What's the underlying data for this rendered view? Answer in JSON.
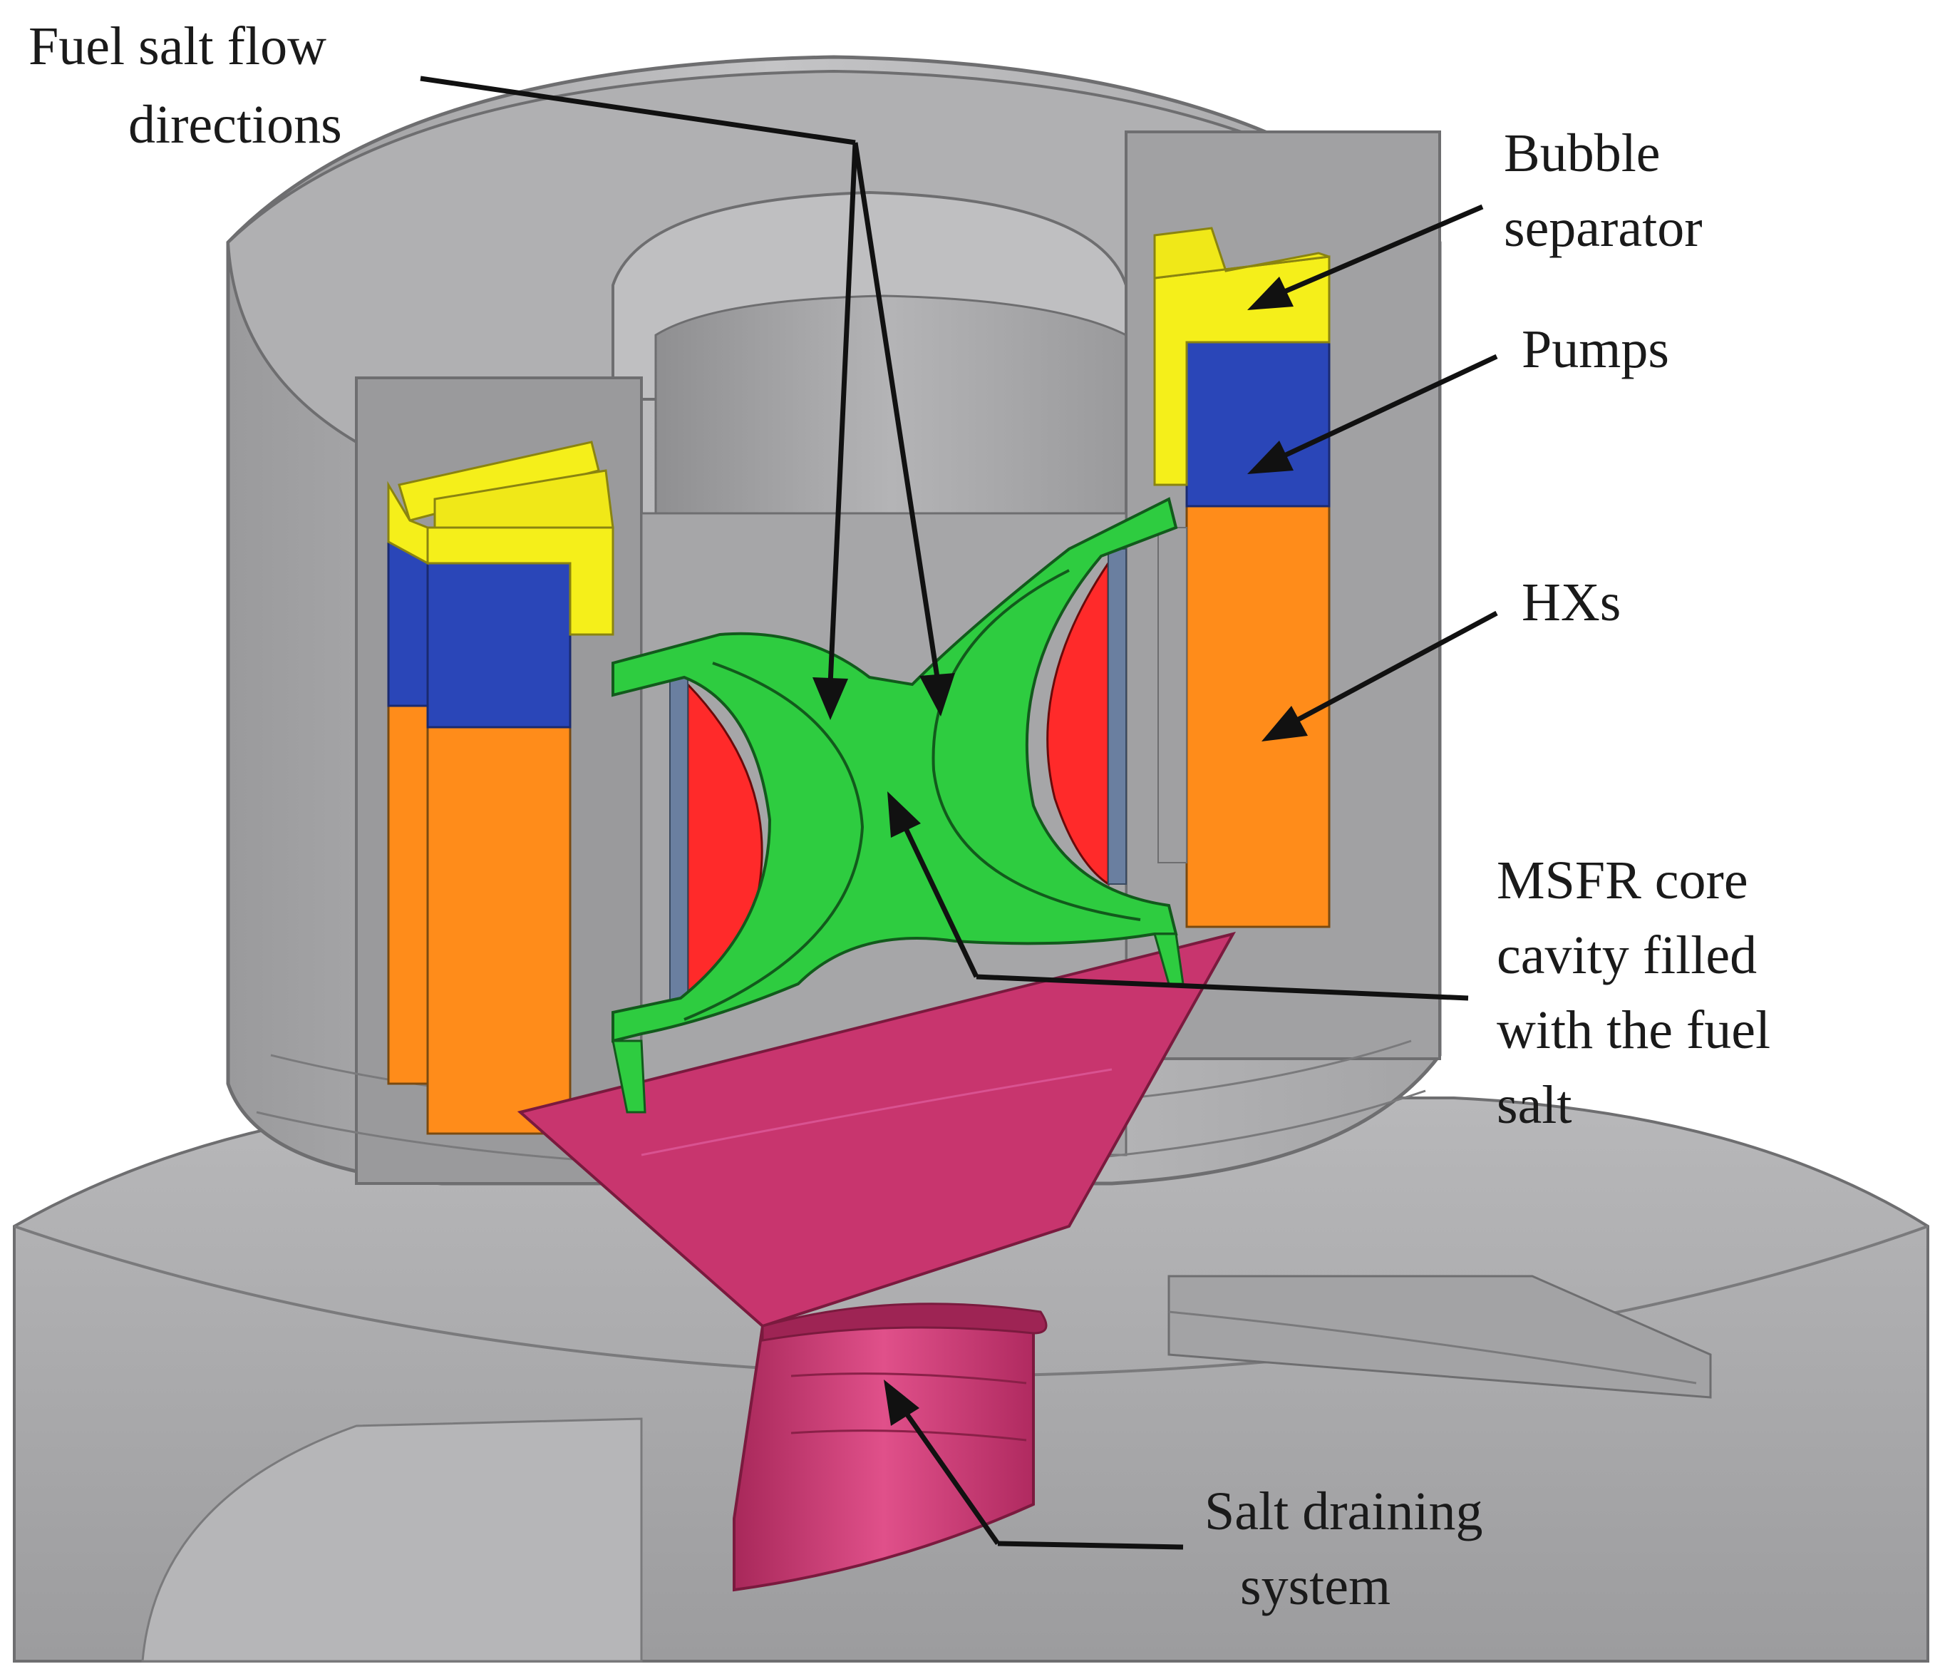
{
  "labels": {
    "fuel_salt_flow": [
      "Fuel salt flow",
      "directions"
    ],
    "bubble_separator": [
      "Bubble",
      "separator"
    ],
    "pumps": [
      "Pumps"
    ],
    "hxs": [
      "HXs"
    ],
    "core_cavity": [
      "MSFR core",
      "cavity filled",
      "with the fuel",
      "salt"
    ],
    "salt_draining": [
      "Salt draining",
      "system"
    ]
  },
  "colors": {
    "vessel_gray": "#a9a9ab",
    "vessel_light": "#c9c9cb",
    "vessel_dark": "#8e8e90",
    "fuel_salt_green": "#2ecc40",
    "reflector_red": "#ff2a2a",
    "hx_orange": "#ff8c1a",
    "pump_blue": "#2a46b8",
    "bubble_yellow": "#f5ef1a",
    "drain_magenta": "#c8356e",
    "arrow_black": "#111111"
  }
}
